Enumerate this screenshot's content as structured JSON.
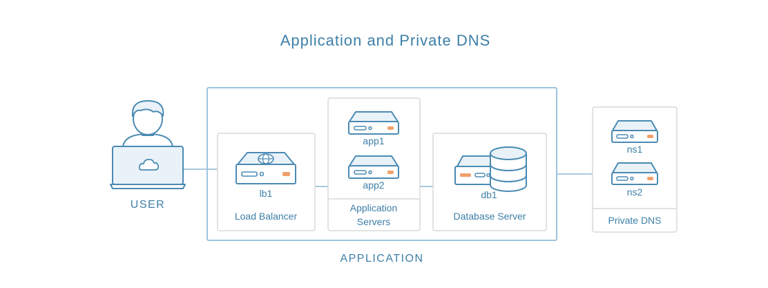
{
  "title": "Application and Private DNS",
  "user": {
    "label": "USER"
  },
  "application": {
    "label": "APPLICATION"
  },
  "load_balancer": {
    "node": "lb1",
    "caption": "Load Balancer"
  },
  "app_servers": {
    "nodes": [
      "app1",
      "app2"
    ],
    "caption_line1": "Application",
    "caption_line2": "Servers"
  },
  "database": {
    "node": "db1",
    "caption": "Database Server"
  },
  "private_dns": {
    "nodes": [
      "ns1",
      "ns2"
    ],
    "caption": "Private DNS"
  },
  "colors": {
    "primary": "#3d7fa8",
    "outline": "#4a8ab3",
    "fill_light": "#e9f2f8",
    "panel_border": "#d8d8d8",
    "app_border": "#9cc4dc",
    "accent_led": "#f0a06a",
    "connector": "#a9c9dd"
  }
}
